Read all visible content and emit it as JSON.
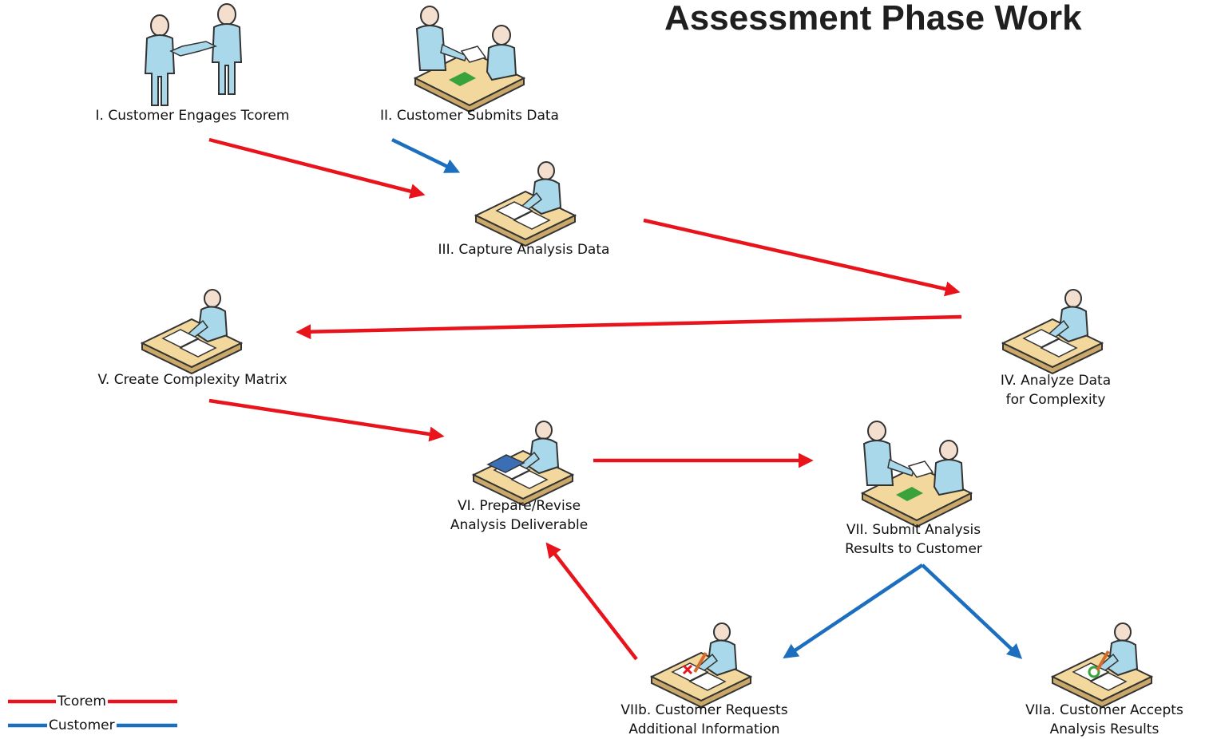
{
  "title": "Assessment Phase Work",
  "colors": {
    "tcorem": "#e8131b",
    "customer": "#1c6fbe",
    "person": "#a8d8ea",
    "desk": "#f2d89c"
  },
  "steps": [
    {
      "id": "i",
      "lines": [
        "I. Customer Engages Tcorem"
      ],
      "icon": "handshake-icon"
    },
    {
      "id": "ii",
      "lines": [
        "II. Customer Submits Data"
      ],
      "icon": "meeting-icon"
    },
    {
      "id": "iii",
      "lines": [
        "III. Capture Analysis Data"
      ],
      "icon": "desk-worker-icon"
    },
    {
      "id": "iv",
      "lines": [
        "IV. Analyze Data",
        "for Complexity"
      ],
      "icon": "desk-worker-icon"
    },
    {
      "id": "v",
      "lines": [
        "V. Create Complexity Matrix"
      ],
      "icon": "desk-worker-icon"
    },
    {
      "id": "vi",
      "lines": [
        "VI. Prepare/Revise",
        "Analysis Deliverable"
      ],
      "icon": "desk-worker-icon"
    },
    {
      "id": "vii",
      "lines": [
        "VII. Submit Analysis",
        "Results to Customer"
      ],
      "icon": "meeting-icon"
    },
    {
      "id": "viib",
      "lines": [
        "VIIb. Customer Requests",
        "Additional Information"
      ],
      "icon": "desk-reject-icon"
    },
    {
      "id": "viia",
      "lines": [
        "VIIa. Customer Accepts",
        "Analysis Results"
      ],
      "icon": "desk-accept-icon"
    }
  ],
  "legend": [
    {
      "label": "Tcorem",
      "color": "#e8131b"
    },
    {
      "label": "Customer",
      "color": "#1c6fbe"
    }
  ]
}
